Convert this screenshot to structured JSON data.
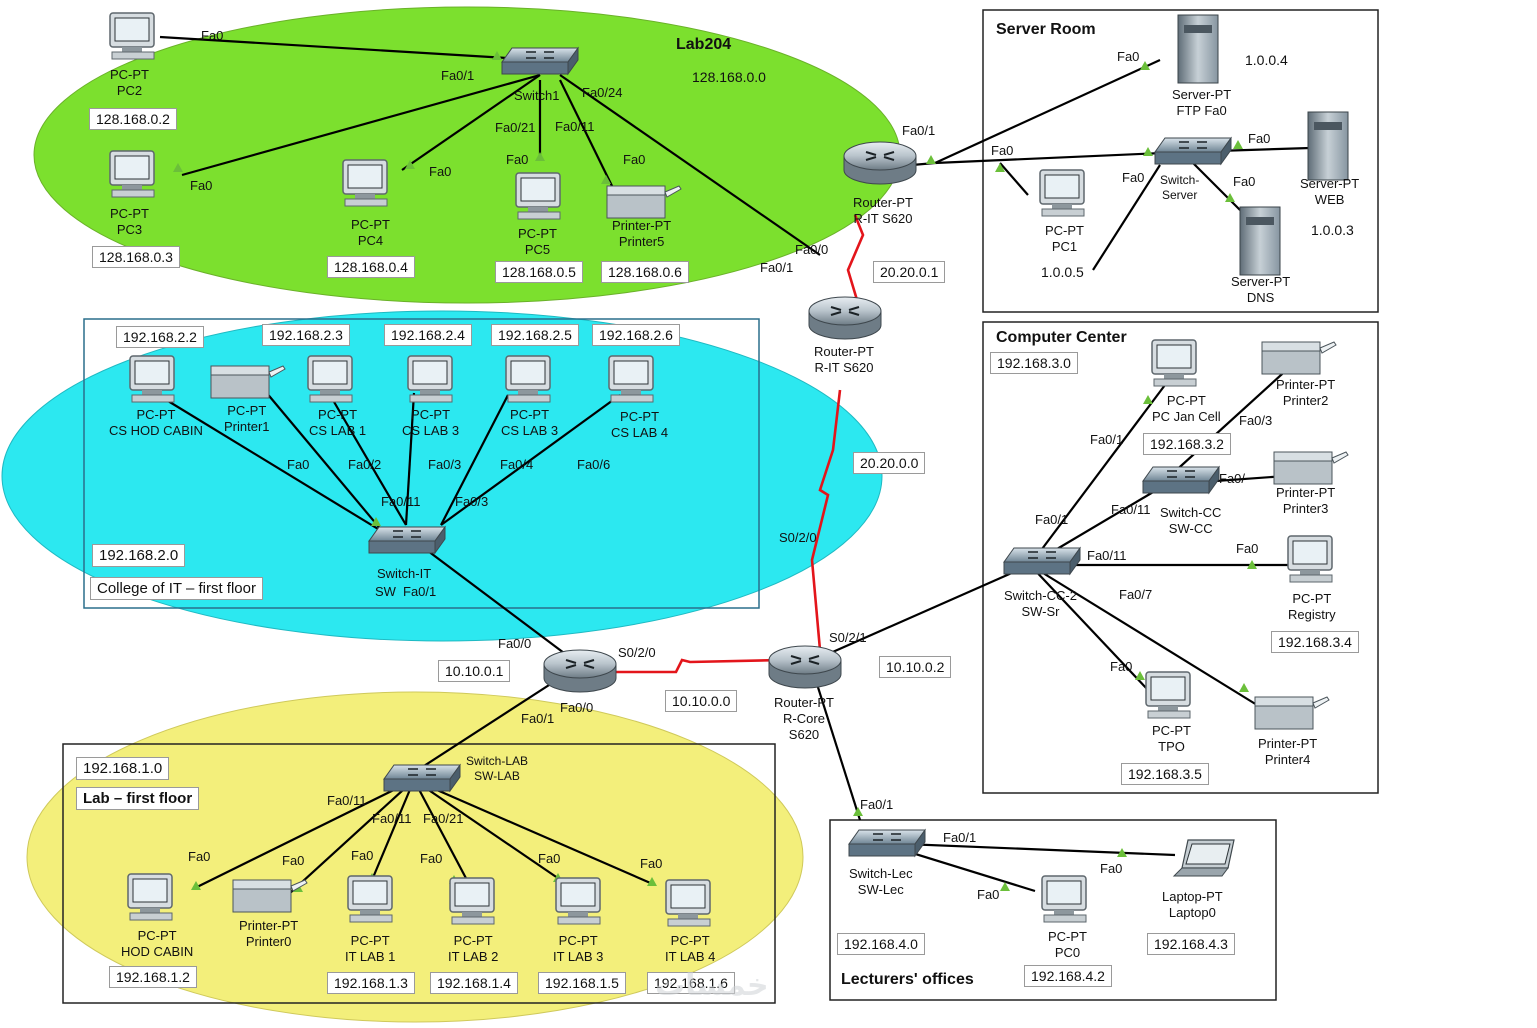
{
  "zones": {
    "lab204": {
      "title": "Lab204",
      "net": "128.168.0.0",
      "color": "#7ce02e"
    },
    "college_it": {
      "title": "College of IT – first floor",
      "net": "192.168.2.0",
      "color": "#2ce8f0"
    },
    "lab_first": {
      "title": "Lab – first floor",
      "net": "192.168.1.0",
      "color": "#f3ef7b"
    },
    "server_room": {
      "title": "Server Room"
    },
    "computer_center": {
      "title": "Computer Center",
      "net": "192.168.3.0"
    },
    "lecturers": {
      "title": "Lecturers' offices",
      "net": "192.168.4.0"
    }
  },
  "devices": {
    "pc2": {
      "type": "PC-PT",
      "name": "PC2",
      "ip": "128.168.0.2"
    },
    "pc3": {
      "type": "PC-PT",
      "name": "PC3",
      "ip": "128.168.0.3"
    },
    "pc4": {
      "type": "PC-PT",
      "name": "PC4",
      "ip": "128.168.0.4"
    },
    "pc5": {
      "type": "PC-PT",
      "name": "PC5",
      "ip": "128.168.0.5"
    },
    "printer5": {
      "type": "Printer-PT",
      "name": "Printer5",
      "ip": "128.168.0.6"
    },
    "switch1": {
      "name": "Switch1"
    },
    "r_it_top": {
      "type": "Router-PT",
      "name": "R-IT S620",
      "ip": "20.20.0.1"
    },
    "r_it_mid": {
      "type": "Router-PT",
      "name": "R-IT S620"
    },
    "ftp": {
      "type": "Server-PT",
      "name": "FTP Fa0",
      "ip": "1.0.0.4"
    },
    "web": {
      "type": "Server-PT",
      "name": "WEB",
      "ip": "1.0.0.3"
    },
    "dns": {
      "type": "Server-PT",
      "name": "DNS"
    },
    "pc1": {
      "type": "PC-PT",
      "name": "PC1",
      "ip": "1.0.0.5"
    },
    "switch_server": {
      "type": "Switch-",
      "name": "Server"
    },
    "cs_hod": {
      "type": "PC-PT",
      "name": "CS HOD CABIN",
      "ip": "192.168.2.2"
    },
    "printer1": {
      "type": "PC-PT",
      "name": "Printer1"
    },
    "cs_lab1": {
      "type": "PC-PT",
      "name": "CS LAB 1",
      "ip": "192.168.2.3"
    },
    "cs_lab3a": {
      "type": "PC-PT",
      "name": "CS LAB 3",
      "ip": "192.168.2.4"
    },
    "cs_lab3b": {
      "type": "PC-PT",
      "name": "CS LAB 3",
      "ip": "192.168.2.5"
    },
    "cs_lab4": {
      "type": "PC-PT",
      "name": "CS LAB 4",
      "ip": "192.168.2.6"
    },
    "switch_it": {
      "type": "Switch-IT",
      "name": "SW"
    },
    "link_20": {
      "net": "20.20.0.0"
    },
    "r_lab": {
      "ip": "10.10.0.1"
    },
    "link_10": {
      "net": "10.10.0.0"
    },
    "r_core": {
      "type": "Router-PT",
      "name": "R-Core",
      "model": "S620",
      "ip": "10.10.0.2"
    },
    "pc_jan": {
      "type": "PC-PT",
      "name": "PC Jan Cell",
      "ip": "192.168.3.2"
    },
    "printer2": {
      "type": "Printer-PT",
      "name": "Printer2"
    },
    "printer3": {
      "type": "Printer-PT",
      "name": "Printer3"
    },
    "sw_cc": {
      "type": "Switch-CC",
      "name": "SW-CC"
    },
    "sw_sr": {
      "type": "Switch-CC-2",
      "name": "SW-Sr"
    },
    "registry": {
      "type": "PC-PT",
      "name": "Registry",
      "ip": "192.168.3.4"
    },
    "tpo": {
      "type": "PC-PT",
      "name": "TPO",
      "ip": "192.168.3.5"
    },
    "printer4": {
      "type": "Printer-PT",
      "name": "Printer4"
    },
    "sw_lab": {
      "type": "Switch-LAB",
      "name": "SW-LAB"
    },
    "hod_cabin": {
      "type": "PC-PT",
      "name": "HOD CABIN",
      "ip": "192.168.1.2"
    },
    "printer0": {
      "type": "Printer-PT",
      "name": "Printer0"
    },
    "it_lab1": {
      "type": "PC-PT",
      "name": "IT LAB 1",
      "ip": "192.168.1.3"
    },
    "it_lab2": {
      "type": "PC-PT",
      "name": "IT LAB 2",
      "ip": "192.168.1.4"
    },
    "it_lab3": {
      "type": "PC-PT",
      "name": "IT LAB 3",
      "ip": "192.168.1.5"
    },
    "it_lab4": {
      "type": "PC-PT",
      "name": "IT LAB 4",
      "ip": "192.168.1.6"
    },
    "sw_lec": {
      "type": "Switch-Lec",
      "name": "SW-Lec"
    },
    "pc0": {
      "type": "PC-PT",
      "name": "PC0",
      "ip": "192.168.4.2"
    },
    "laptop0": {
      "type": "Laptop-PT",
      "name": "Laptop0",
      "ip": "192.168.4.3"
    }
  },
  "ports": {
    "fa0": "Fa0",
    "fa0_1": "Fa0/1",
    "fa0_24": "Fa0/24",
    "fa0_21": "Fa0/21",
    "fa0_11": "Fa0/11",
    "fa0_0": "Fa0/0",
    "fa0_2": "Fa0/2",
    "fa0_3": "Fa0/3",
    "fa0_4": "Fa0/4",
    "fa0_6": "Fa0/6",
    "fa0_7": "Fa0/7",
    "s0_2_0": "S0/2/0",
    "s0_2_1": "S0/2/1",
    "fa0_slash": "Fa0/"
  },
  "watermark": "خمسات",
  "colors": {
    "link": "#000000",
    "serial": "#e3151b",
    "port_marker": "#6bbf3a"
  }
}
